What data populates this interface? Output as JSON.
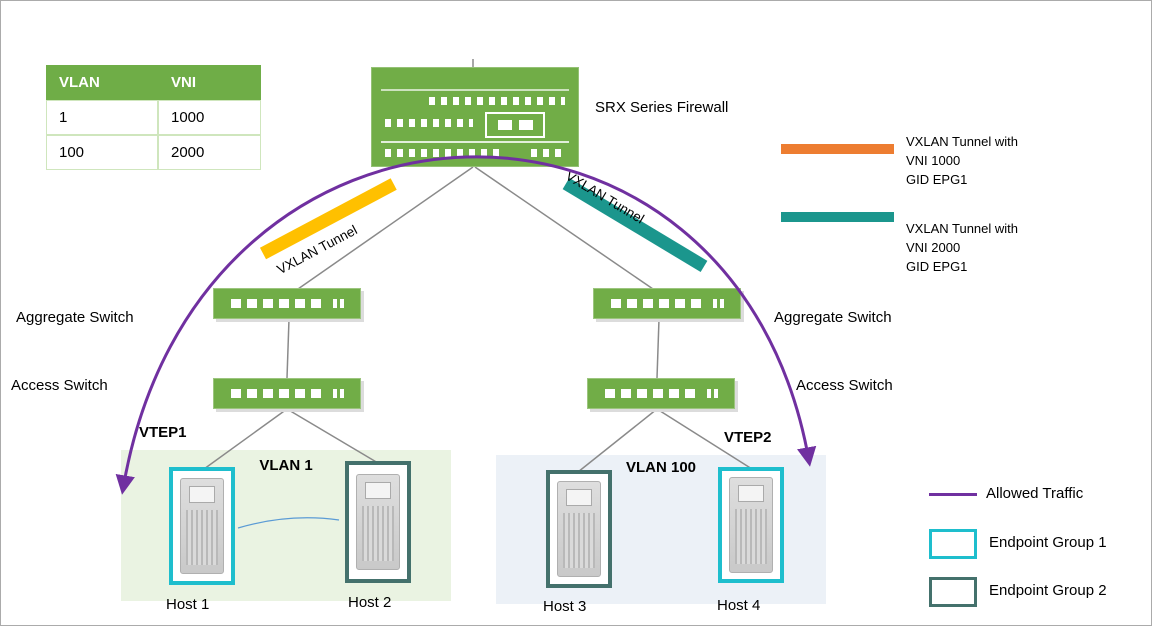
{
  "colors": {
    "green": "#71AD47",
    "orange": "#ED7D31",
    "teal": "#1B968D",
    "yellow": "#FFC000",
    "purple": "#7030A0",
    "cyan": "#1EBECD",
    "dark_teal": "#44716C"
  },
  "vlan_table": {
    "headers": [
      "VLAN",
      "VNI"
    ],
    "rows": [
      [
        "1",
        "1000"
      ],
      [
        "100",
        "2000"
      ]
    ]
  },
  "firewall": {
    "label": "SRX Series Firewall"
  },
  "tunnel_legend": [
    {
      "color": "#ED7D31",
      "line1": "VXLAN Tunnel with",
      "line2": "VNI 1000",
      "line3": "GID EPG1"
    },
    {
      "color": "#1B968D",
      "line1": "VXLAN Tunnel with",
      "line2": "VNI 2000",
      "line3": "GID EPG1"
    }
  ],
  "tunnels": {
    "left": "VXLAN Tunnel",
    "right": "VXLAN Tunnel"
  },
  "switch_labels": {
    "aggregate_left": "Aggregate Switch",
    "aggregate_right": "Aggregate Switch",
    "access_left": "Access Switch",
    "access_right": "Access Switch"
  },
  "vtep1": {
    "label": "VTEP1",
    "vlan": "VLAN 1",
    "host1": "Host 1",
    "host2": "Host 2"
  },
  "vtep2": {
    "label": "VTEP2",
    "vlan": "VLAN 100",
    "host3": "Host 3",
    "host4": "Host 4"
  },
  "legend": {
    "allowed_traffic": "Allowed Traffic",
    "endpoint_group_1": "Endpoint Group 1",
    "endpoint_group_2": "Endpoint Group  2"
  }
}
